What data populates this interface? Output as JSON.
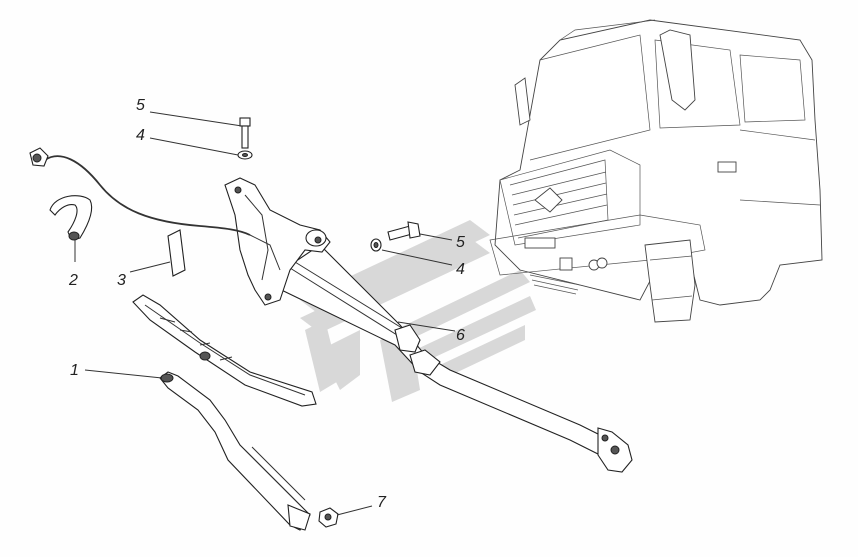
{
  "callouts": {
    "c1": "1",
    "c2": "2",
    "c3": "3",
    "c4a": "4",
    "c4b": "4",
    "c5a": "5",
    "c5b": "5",
    "c6": "6",
    "c7": "7"
  },
  "colors": {
    "line": "#222222",
    "watermark": "#d8d8d8",
    "background": "#fefefe"
  }
}
